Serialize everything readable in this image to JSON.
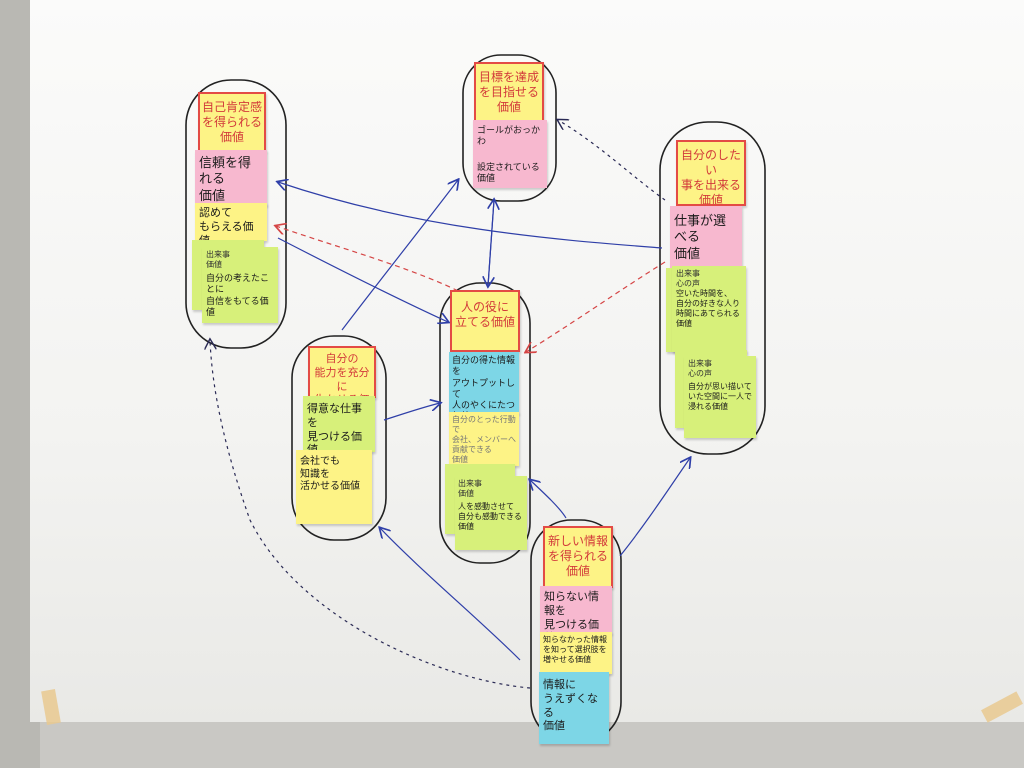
{
  "groups": {
    "achievement": {
      "title": "目標を達成\nを目指せる\n価値",
      "notes": [
        "ゴールがおっかわ",
        "設定されている価値"
      ]
    },
    "self_affirm": {
      "title": "自己肯定感\nを得られる価値",
      "notes": [
        "信頼を得れる\n価値",
        "認めて\nもらえる価値",
        "自分の考えたことに\n自信をもてる価値"
      ]
    },
    "do_what_want": {
      "title": "自分のしたい\n事を出来る\n価値",
      "notes": [
        "仕事が選べる\n価値",
        "空いた時間を、\n自分の好きな人り\n時間にあてられる\n価値",
        "自分が思い描いて\nいた空間に一人で\n浸れる価値"
      ]
    },
    "helpful": {
      "title": "人の役に\n立てる価値",
      "notes": [
        "自分の得た情報を\nアウトプットして\n人のやくにたつ\n価値",
        "自分のとった行動で\n会社、メンバーへ\n貢献できる\n価値",
        "人を感動させて\n自分も感動できる\n価値"
      ]
    },
    "abilities": {
      "title": "自分の\n能力を充分に\n生かせる価値",
      "notes": [
        "得意な仕事を\n見つける価値",
        "会社でも\n知識を\n活かせる価値"
      ]
    },
    "new_info": {
      "title": "新しい情報\nを得られる\n価値",
      "notes": [
        "知らない情報を\n見つける価値",
        "知らなかった情報\nを知って選択肢を\n増やせる価値",
        "情報に\nうえずくなる\n価値"
      ]
    }
  },
  "labels": {
    "event": "出来事",
    "heart": "心の声",
    "value": "価値"
  },
  "colors": {
    "yellow": "#fdf386",
    "pink": "#f7b8cf",
    "green": "#d7f07a",
    "blue": "#7dd6e6",
    "title_border": "#e34b45",
    "arrow_blue": "#2f3fa8",
    "arrow_red": "#d54545",
    "dotted": "#2a2a55"
  }
}
